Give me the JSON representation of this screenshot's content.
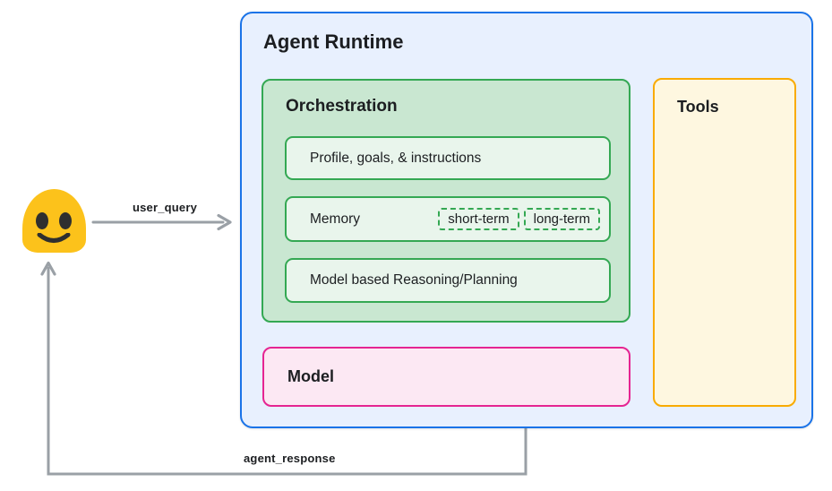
{
  "colors": {
    "runtime_border": "#1a73e8",
    "runtime_fill": "#e8f0fe",
    "orchestration_border": "#34a853",
    "orchestration_fill": "#c9e7d1",
    "orchestration_item_fill": "#e9f5ec",
    "model_border": "#e52592",
    "model_fill": "#fce8f3",
    "tools_border": "#f9ab00",
    "tools_fill": "#fef7e0",
    "arrow": "#9aa0a6",
    "emoji_face": "#fcc21b",
    "emoji_features": "#2f2f2f",
    "text": "#202124"
  },
  "user": {
    "icon": "smiling-blob-emoji"
  },
  "flows": {
    "user_query": "user_query",
    "agent_response": "agent_response"
  },
  "runtime": {
    "title": "Agent Runtime",
    "orchestration": {
      "title": "Orchestration",
      "items": [
        {
          "label": "Profile, goals, & instructions"
        },
        {
          "label": "Memory",
          "chips": [
            "short-term",
            "long-term"
          ]
        },
        {
          "label": "Model based Reasoning/Planning"
        }
      ]
    },
    "model": {
      "title": "Model"
    },
    "tools": {
      "title": "Tools"
    }
  }
}
